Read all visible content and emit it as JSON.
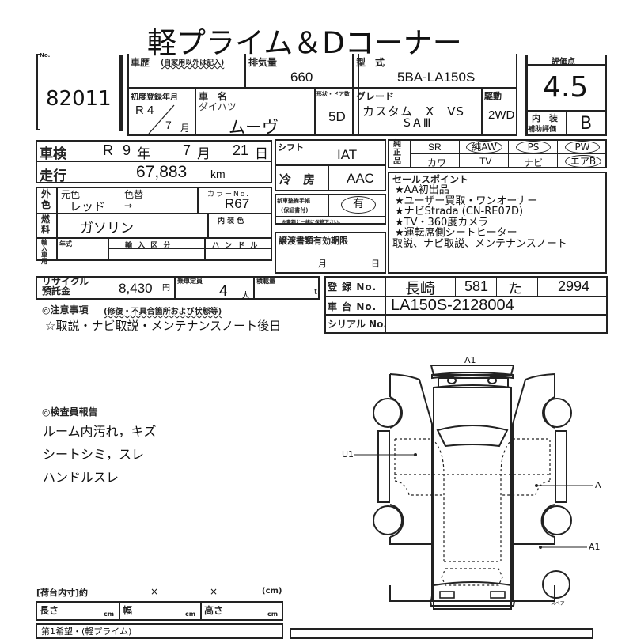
{
  "header": {
    "title": "軽プライム＆Dコーナー",
    "lot_label": "No.",
    "lot_number": "82011"
  },
  "vehicle": {
    "history_label": "車歴",
    "history_note": "(自家用以外は記入)",
    "displacement_label": "排気量",
    "displacement": "660",
    "model_code_label": "型　式",
    "model_code": "5BA-LA150S",
    "first_reg_label": "初度登録年月",
    "first_reg_year": "R 4",
    "first_reg_month": "7",
    "month_unit": "月",
    "name_label": "車　名",
    "maker": "ダイハツ",
    "name": "ムーヴ",
    "doors_label": "形状・ドア数",
    "doors": "5D",
    "grade_label": "グレード",
    "grade_line1": "カスタム　X　VS",
    "grade_line2": "SAⅢ",
    "drive_label": "駆動",
    "drive": "2WD"
  },
  "score": {
    "label": "評価点",
    "value": "4.5",
    "interior_label_1": "内　装",
    "interior_label_2": "補助評価",
    "interior_value": "B"
  },
  "inspection": {
    "shaken_label": "車検",
    "shaken_era": "R",
    "shaken_year": "9",
    "year_unit": "年",
    "shaken_month": "7",
    "month_unit": "月",
    "shaken_day": "21",
    "day_unit": "日",
    "mileage_label": "走行",
    "mileage": "67,883",
    "mileage_unit": "km",
    "exterior_label": "外色",
    "orig_color_label": "元色",
    "repaint_label": "色替",
    "orig_color": "レッド",
    "repaint_arrow": "→",
    "color_no_label": "カラーNo.",
    "color_no": "R67",
    "fuel_label": "燃料",
    "fuel": "ガソリン",
    "interior_color_label": "内 装 色",
    "import_label": "輸入車用",
    "import_year_label": "年式",
    "import_class_label": "輸 入 区 分",
    "handle_label": "ハ ン ド ル"
  },
  "equipment": {
    "shift_label": "シフト",
    "shift": "IAT",
    "ac_label": "冷　房",
    "ac": "AAC",
    "manual_label_1": "新車整備手帳",
    "manual_label_2": "(保証書付)",
    "manual_value": "有",
    "manual_note": "※書類と一緒に保管下さい。",
    "transfer_label": "譲渡書類有効期限",
    "transfer_month": "月",
    "transfer_day": "日"
  },
  "genuine_parts": {
    "label": "純正品",
    "items": [
      {
        "label": "SR",
        "circled": false
      },
      {
        "label": "純AW",
        "circled": true
      },
      {
        "label": "PS",
        "circled": true
      },
      {
        "label": "PW",
        "circled": true
      },
      {
        "label": "カワ",
        "circled": false
      },
      {
        "label": "TV",
        "circled": false
      },
      {
        "label": "ナビ",
        "circled": false
      },
      {
        "label": "エアB",
        "circled": true
      }
    ]
  },
  "sales_points": {
    "label": "セールスポイント",
    "lines": [
      "★AA初出品",
      "★ユーザー買取・ワンオーナー",
      "★ナビStrada (CN-RE07D)",
      "★TV・360度カメラ",
      "★運転席側シートヒーター",
      "取説、ナビ取説、メンテナンスノート"
    ]
  },
  "misc": {
    "recycle_label_1": "リサイクル",
    "recycle_label_2": "預託金",
    "recycle_amount": "8,430",
    "yen": "円",
    "capacity_label": "乗車定員",
    "capacity": "4",
    "person_unit": "人",
    "load_label": "積載量",
    "load_unit": "t"
  },
  "registration": {
    "reg_label": "登 録 No.",
    "reg_region": "長崎",
    "reg_class": "581",
    "reg_kana": "た",
    "reg_number": "2994",
    "chassis_label": "車 台 No.",
    "chassis": "LA150S-2128004",
    "serial_label": "シリアル No.",
    "serial": ""
  },
  "notes": {
    "label": "◎注意事項",
    "label_note": "(修復・不具合箇所および状態等)",
    "text": "☆取説・ナビ取説・メンテナンスノート後日"
  },
  "inspector": {
    "label": "◎検査員報告",
    "lines": [
      "ルーム内汚れ，キズ",
      "シートシミ，スレ",
      "ハンドルスレ"
    ]
  },
  "diagram": {
    "marks": [
      {
        "code": "A1",
        "location": "rear bumper"
      },
      {
        "code": "U1",
        "location": "left rear door"
      },
      {
        "code": "A",
        "location": "right rear door"
      },
      {
        "code": "A1",
        "location": "right front fender"
      }
    ],
    "spare_label": "スペア"
  },
  "cargo": {
    "label": "[荷台内寸]約",
    "times_1": "×",
    "times_2": "×",
    "unit": "(cm)",
    "length_label": "長さ",
    "width_label": "幅",
    "height_label": "高さ",
    "cm": "cm"
  },
  "bottom": {
    "partial_text": "第1希望・(軽プライム)"
  }
}
